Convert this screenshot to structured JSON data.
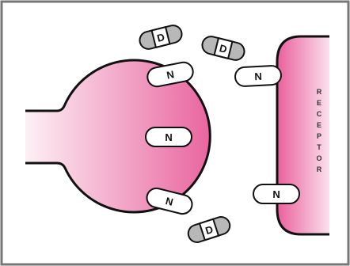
{
  "colors": {
    "frame": "#777777",
    "outline": "#111111",
    "pink_light": "#fbe4ef",
    "pink_dark": "#e9659f",
    "pill_white": "#ffffff",
    "pill_gray": "#b8b8b8"
  },
  "labels": {
    "receptor": "RECEPTOR",
    "neurotransmitter": "N",
    "drug": "D"
  },
  "pills": [
    {
      "kind": "drug",
      "label": "D"
    },
    {
      "kind": "drug",
      "label": "D"
    },
    {
      "kind": "neurotransmitter",
      "label": "N"
    },
    {
      "kind": "neurotransmitter",
      "label": "N"
    },
    {
      "kind": "neurotransmitter",
      "label": "N"
    },
    {
      "kind": "neurotransmitter",
      "label": "N"
    },
    {
      "kind": "neurotransmitter",
      "label": "N"
    },
    {
      "kind": "drug",
      "label": "D"
    }
  ]
}
